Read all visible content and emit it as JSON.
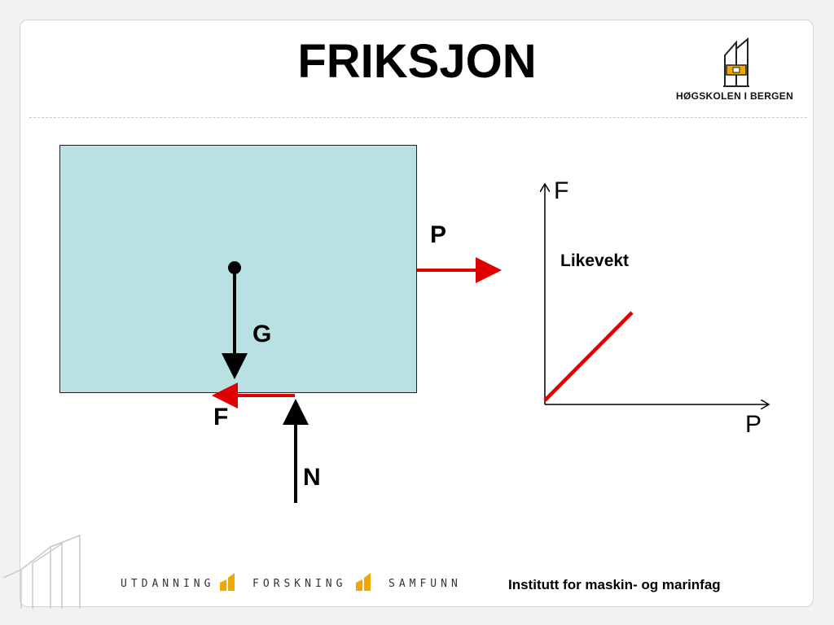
{
  "slide": {
    "title": "FRIKSJON",
    "logo_text": "HØGSKOLEN I BERGEN"
  },
  "diagram": {
    "force_labels": {
      "P": "P",
      "G": "G",
      "F": "F",
      "N": "N"
    },
    "graph": {
      "y_axis_label": "F",
      "x_axis_label": "P",
      "region_label": "Likevekt"
    },
    "colors": {
      "block_fill": "#b9e0e3",
      "force_red": "#e00000",
      "force_black": "#000000",
      "logo_gold": "#f0a800"
    }
  },
  "footer": {
    "word1": "UTDANNING",
    "word2": "FORSKNING",
    "word3": "SAMFUNN",
    "institute": "Institutt for maskin- og marinfag"
  }
}
